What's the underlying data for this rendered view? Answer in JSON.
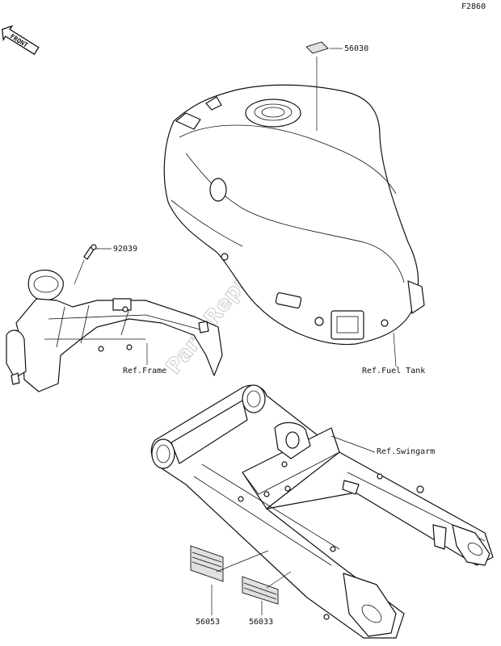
{
  "figure_code": "F2860",
  "front_badge": "FRONT",
  "watermark": "PartsRepublik",
  "callouts": {
    "part_56030": "56030",
    "part_92039": "92039",
    "part_56053": "56053",
    "part_56033": "56033"
  },
  "references": {
    "frame": "Ref.Frame",
    "fuel_tank": "Ref.Fuel Tank",
    "swingarm": "Ref.Swingarm"
  }
}
